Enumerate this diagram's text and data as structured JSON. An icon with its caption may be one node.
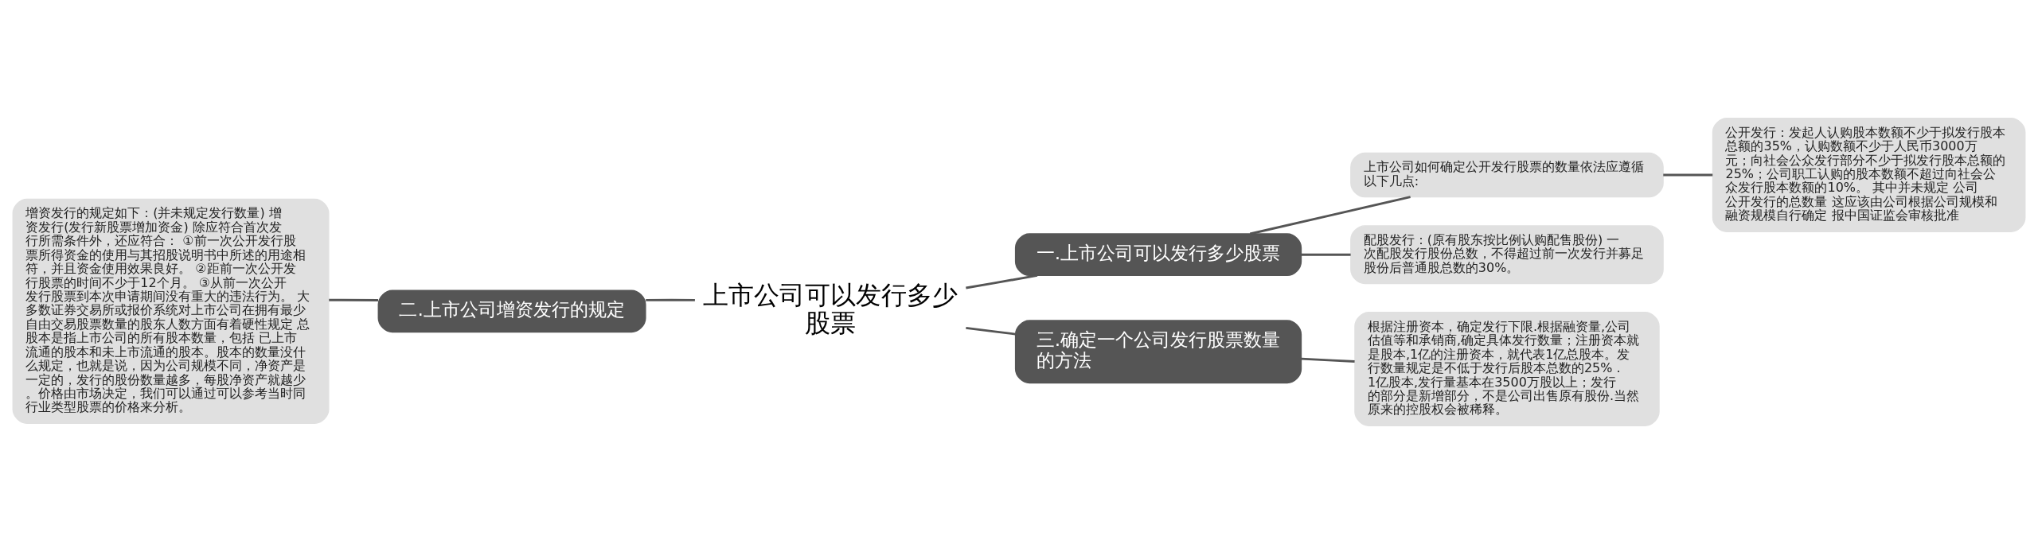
{
  "diagram": {
    "nodes": [
      {
        "text": [
          "上市公司可以发行多少股票"
        ]
      },
      {
        "text": [
          "一.上市公司可以发行多少股票"
        ]
      },
      {
        "text": [
          "上市公司如何确定公开发行股票的数量依法应遵循以下几点:"
        ]
      },
      {
        "text": [
          "公开发行：发起人认购股本数额不少于拟发行股本总额的35%，认购数额不少于人民币3000万元；向社会公众发行部分不少于拟发行股本总额的25%；公司职工认购的股本数额不超过向社会公众发行股本数额的10%。 其中并未规定 公司公开发行的总数量 这应该由公司根据公司规模和融资规模自行确定 报中国证监会审核批准"
        ]
      },
      {
        "text": [
          "配股发行：(原有股东按比例认购配售股份) 一次配股发行股份总数，不得超过前一次发行并募足股份后普通股总数的30%。"
        ]
      },
      {
        "text": [
          "二.上市公司增资发行的规定"
        ]
      },
      {
        "text": [
          "增资发行的规定如下：(并未规定发行数量) 增资发行(发行新股票增加资金) 除应符合首次发行所需条件外，还应符合： ①前一次公开发行股票所得资金的使用与其招股说明书中所述的用途相符，并且资金使用效果良好。 ②距前一次公开发行股票的时间不少于12个月。 ③从前一次公开发行股票到本次申请期间没有重大的违法行为。 大多数证券交易所或报价系统对上市公司在拥有最少自由交易股票数量的股东人数方面有着硬性规定 总股本是指上市公司的所有股本数量，包括 已上市流通的股本和未上市流通的股本。股本的数量没什么规定，也就是说，因为公司规模不同，净资产是一定的，发行的股份数量越多，每股净资产就越少。价格由市场决定，我们可以通过可以参考当时同行业类型股票的价格来分析。"
        ]
      },
      {
        "text": [
          "三.确定一个公司发行股票数量的方法"
        ]
      },
      {
        "text": [
          "根据注册资本，确定发行下限.根据融资量,公司估值等和承销商,确定具体发行数量；注册资本就是股本,1亿的注册资本，就代表1亿总股本。发行数量规定是不低于发行后股本总数的25% .1亿股本,发行量基本在3500万股以上；发行的部分是新增部分，不是公司出售原有股份.当然原来的控股权会被稀释。"
        ]
      }
    ],
    "edges": [
      {
        "from": 0,
        "to": 1,
        "arrow": "none"
      },
      {
        "from": 1,
        "to": 2,
        "arrow": "none"
      },
      {
        "from": 2,
        "to": 3,
        "arrow": "none"
      },
      {
        "from": 1,
        "to": 4,
        "arrow": "none"
      },
      {
        "from": 0,
        "to": 5,
        "arrow": "none"
      },
      {
        "from": 5,
        "to": 6,
        "arrow": "none"
      },
      {
        "from": 0,
        "to": 7,
        "arrow": "none"
      },
      {
        "from": 7,
        "to": 8,
        "arrow": "none"
      }
    ]
  }
}
